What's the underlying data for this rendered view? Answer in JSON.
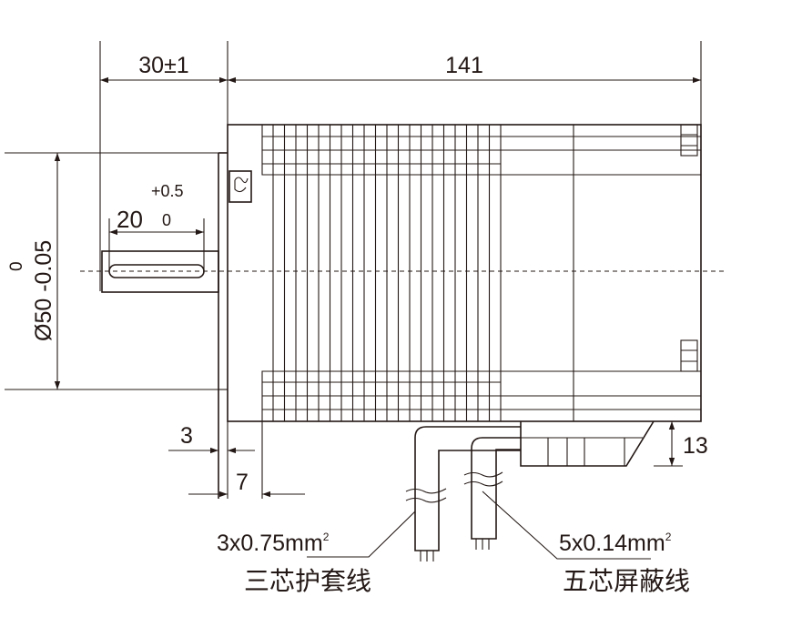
{
  "dimensions": {
    "shaft_length": "30±1",
    "body_length": "141",
    "keyway_length": "20",
    "keyway_tol_upper": "+0.5",
    "keyway_tol_lower": "0",
    "shaft_diameter": "Ø50 -0.05",
    "shaft_diameter_tol_upper": "0",
    "flange_thickness": "3",
    "flange_offset": "7",
    "connector_height": "13"
  },
  "cables": [
    {
      "spec": "3x0.75mm",
      "sup": "2",
      "description": "三芯护套线"
    },
    {
      "spec": "5x0.14mm",
      "sup": "2",
      "description": "五芯屏蔽线"
    }
  ],
  "colors": {
    "line": "#231815",
    "background": "#ffffff"
  }
}
